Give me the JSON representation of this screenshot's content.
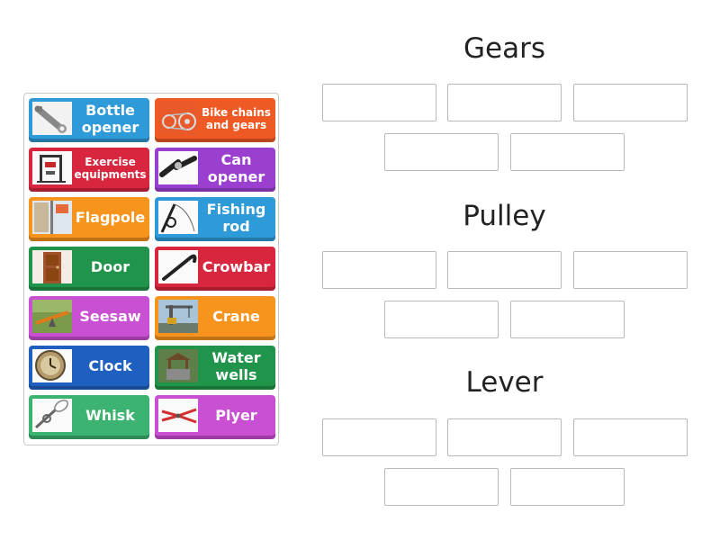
{
  "categories": [
    {
      "title": "Gears"
    },
    {
      "title": "Pulley"
    },
    {
      "title": "Lever"
    }
  ],
  "cards": [
    {
      "label": "Bottle\nopener",
      "color": "#2f9ad8",
      "icon": "bottle-opener-icon"
    },
    {
      "label": "Bike chains\nand gears",
      "color": "#ef5a24",
      "icon": "bike-chain-icon"
    },
    {
      "label": "Exercise\nequipments",
      "color": "#d7263d",
      "icon": "exercise-machine-icon"
    },
    {
      "label": "Can\nopener",
      "color": "#9b3fd1",
      "icon": "can-opener-icon"
    },
    {
      "label": "Flagpole",
      "color": "#f7941d",
      "icon": "flagpole-icon"
    },
    {
      "label": "Fishing\nrod",
      "color": "#2f9ad8",
      "icon": "fishing-rod-icon"
    },
    {
      "label": "Door",
      "color": "#20944a",
      "icon": "door-icon"
    },
    {
      "label": "Crowbar",
      "color": "#d7263d",
      "icon": "crowbar-icon"
    },
    {
      "label": "Seesaw",
      "color": "#c94fd3",
      "icon": "seesaw-icon"
    },
    {
      "label": "Crane",
      "color": "#f7941d",
      "icon": "crane-icon"
    },
    {
      "label": "Clock",
      "color": "#1f5fbf",
      "icon": "clock-icon"
    },
    {
      "label": "Water\nwells",
      "color": "#20944a",
      "icon": "water-well-icon"
    },
    {
      "label": "Whisk",
      "color": "#3cb371",
      "icon": "whisk-icon"
    },
    {
      "label": "Plyer",
      "color": "#c94fd3",
      "icon": "plier-icon"
    }
  ]
}
